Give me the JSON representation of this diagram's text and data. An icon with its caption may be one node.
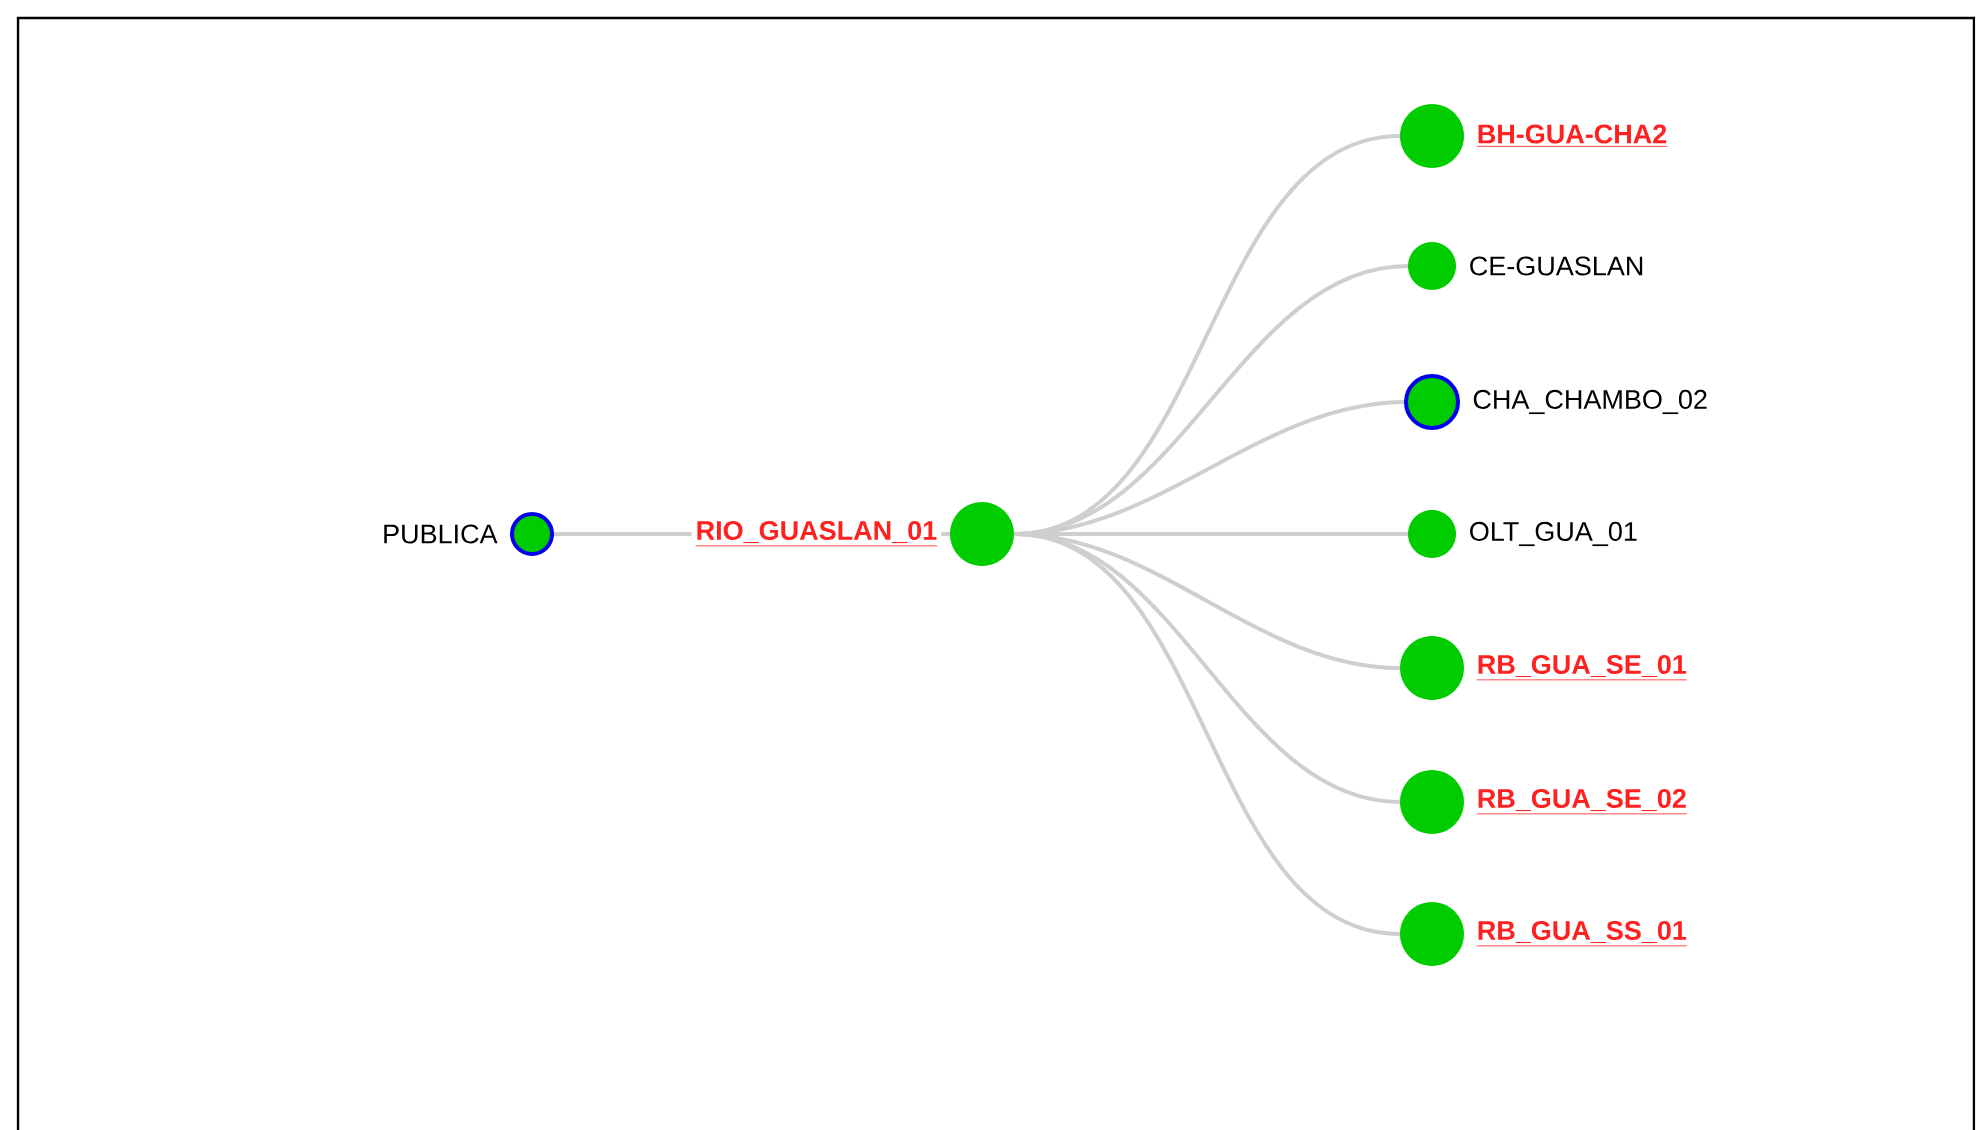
{
  "diagram": {
    "nodes": [
      {
        "text": [],
        "shape": "circle",
        "beside": [
          "PUBLICA"
        ]
      },
      {
        "text": [
          "RIO_GUASLAN_01"
        ]
      },
      {
        "text": [
          "BH-GUA-CHA2"
        ]
      },
      {
        "text": [],
        "shape": "circle",
        "beside": [
          "CE-GUASLAN"
        ]
      },
      {
        "text": [],
        "shape": "circle",
        "beside": [
          "CHA_CHAMBO_02"
        ]
      },
      {
        "text": [],
        "shape": "circle",
        "beside": [
          "OLT_GUA_01"
        ]
      },
      {
        "text": [
          "RB_GUA_SE_01"
        ]
      },
      {
        "text": [
          "RB_GUA_SE_02"
        ]
      },
      {
        "text": [
          "RB_GUA_SS_01"
        ]
      }
    ],
    "edges": [
      {
        "from": 0,
        "to": 1,
        "arrow": "none"
      },
      {
        "from": 1,
        "to": 2,
        "arrow": "none"
      },
      {
        "from": 1,
        "to": 3,
        "arrow": "none"
      },
      {
        "from": 1,
        "to": 4,
        "arrow": "none"
      },
      {
        "from": 1,
        "to": 5,
        "arrow": "none"
      },
      {
        "from": 1,
        "to": 6,
        "arrow": "none"
      },
      {
        "from": 1,
        "to": 7,
        "arrow": "none"
      },
      {
        "from": 1,
        "to": 8,
        "arrow": "none"
      }
    ]
  }
}
